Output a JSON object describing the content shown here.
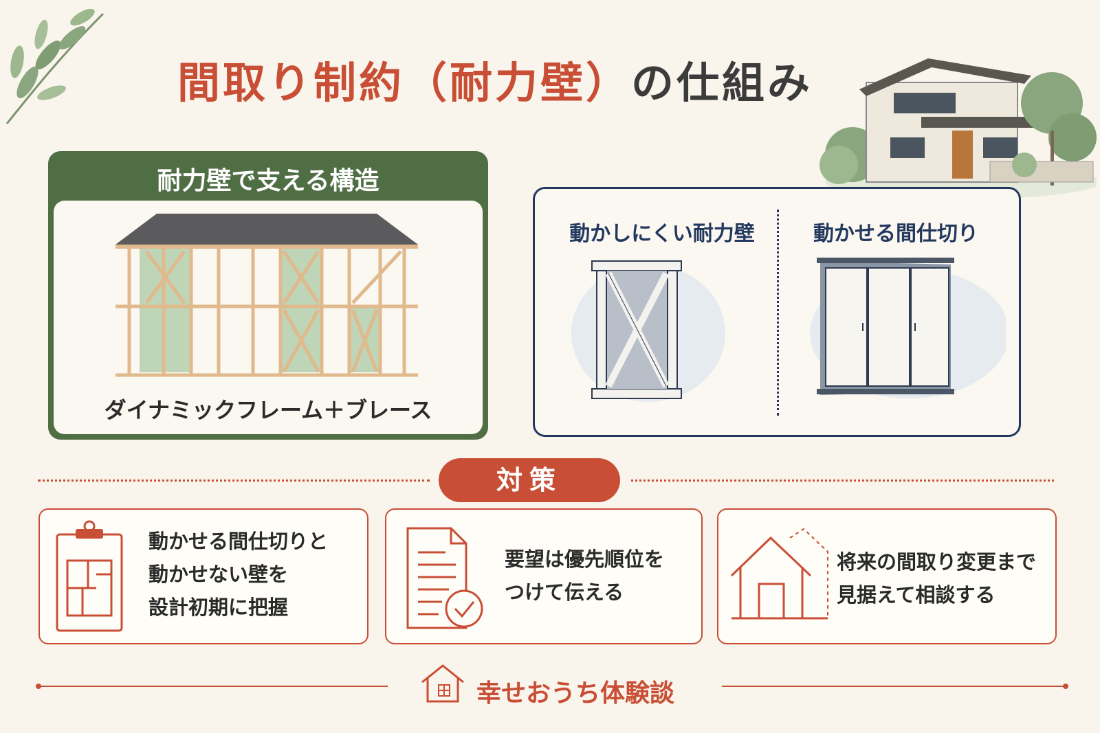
{
  "title": {
    "part_red": "間取り制約（耐力壁）",
    "part_dark": "の仕組み"
  },
  "structure_card": {
    "heading": "耐力壁で支える構造",
    "caption": "ダイナミックフレーム＋ブレース"
  },
  "compare_card": {
    "left_label": "動かしにくい耐力壁",
    "right_label": "動かせる間仕切り"
  },
  "countermeasure": {
    "label": "対策",
    "items": [
      {
        "lines": [
          "動かせる間仕切りと",
          "動かせない壁を",
          "設計初期に把握"
        ],
        "icon": "clipboard-floorplan-icon"
      },
      {
        "lines": [
          "要望は優先順位を",
          "つけて伝える"
        ],
        "icon": "document-check-icon"
      },
      {
        "lines": [
          "将来の間取り変更まで",
          "見据えて相談する"
        ],
        "icon": "house-expand-icon"
      }
    ]
  },
  "footer": {
    "brand": "幸せおうち体験談",
    "icon": "house-icon"
  },
  "colors": {
    "accent_red": "#c84e35",
    "green": "#4f6e44",
    "navy": "#23385e",
    "background": "#faf5ec"
  }
}
